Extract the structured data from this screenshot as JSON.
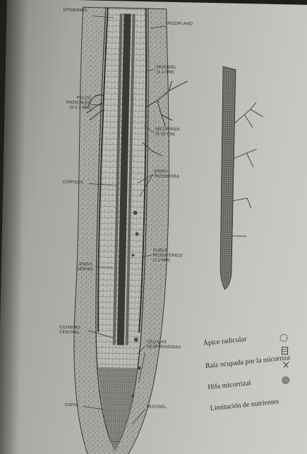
{
  "figure": {
    "labels": {
      "epidermis": "EPIDERMIS",
      "rizoplano": "RIZOPLANO",
      "mucigel_top": "MUCIGEL\n(1-2 μm)",
      "pelos": "PELOS\nRADICALES\n(0.1-1 mm)",
      "micorriza": "MICORRIZA\n(5-10 cm)",
      "endorizosfera": "ENDO-\nRIZOSFERA",
      "corteza": "CORTEZA",
      "suelo": "SUELO\nRIZOSFÉRICO\n(1-2 mm)",
      "endodermis": "ENDO-\nDERMIS",
      "cilindro": "CILINDRO\nCENTRAL",
      "celulas": "CÉLULAS\nDESPRENDIDAS",
      "cofia": "COFIA",
      "mucigel_bottom": "MUCIGEL"
    }
  },
  "legend": {
    "items": [
      {
        "label": "Ápice radicular",
        "icon": "apex-icon"
      },
      {
        "label": "Raíz ocupada por la micorriza",
        "icon": "mycorrhiza-root-icon"
      },
      {
        "label": "Hifa micorrizal",
        "icon": "hypha-icon"
      },
      {
        "label": "Limitación de nutrientes",
        "icon": "nutrient-limit-icon"
      }
    ]
  },
  "colors": {
    "page": "#b6b5af",
    "ink": "#2a2a28",
    "core": "#3a3937",
    "background": "#1e1f1c"
  }
}
